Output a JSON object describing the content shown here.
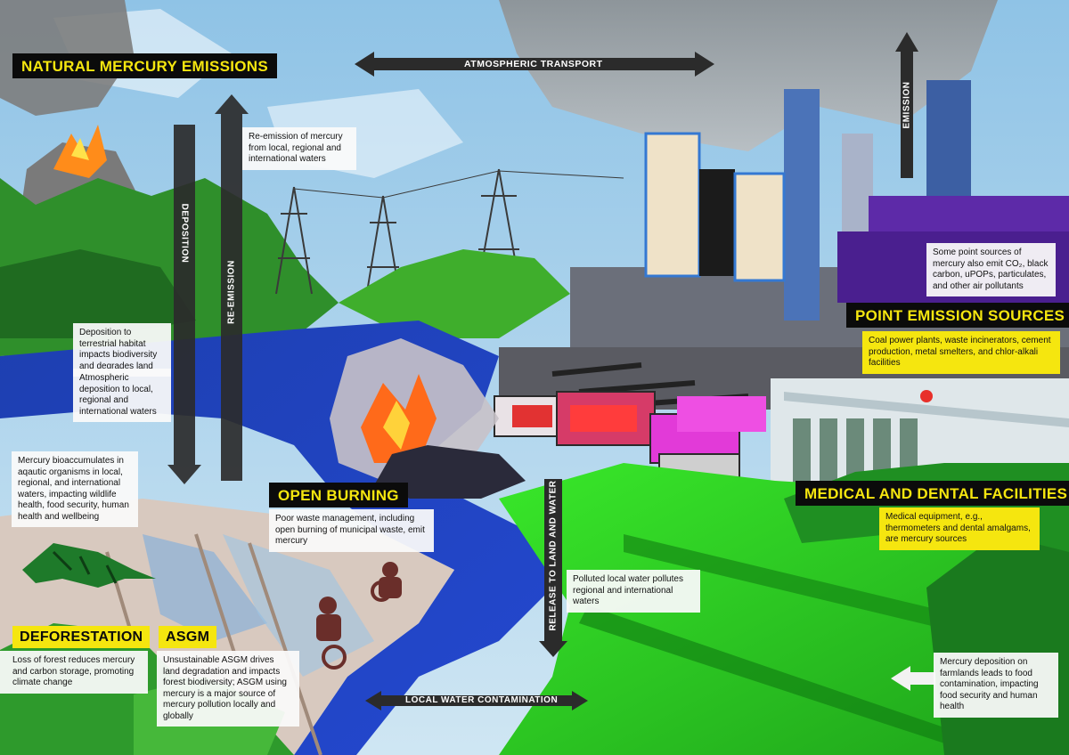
{
  "colors": {
    "accent_yellow": "#f5e60f",
    "arrow_dark": "#2b2b2b",
    "label_black": "#0b0b0b"
  },
  "headings": {
    "natural": "NATURAL MERCURY EMISSIONS",
    "point": "POINT EMISSION SOURCES",
    "medical": "MEDICAL AND DENTAL FACILITIES",
    "open_burning": "OPEN BURNING",
    "deforestation": "DEFORESTATION",
    "asgm": "ASGM"
  },
  "arrows": {
    "atmospheric_transport": "ATMOSPHERIC TRANSPORT",
    "deposition": "DEPOSITION",
    "re_emission": "RE-EMISSION",
    "emission": "EMISSION",
    "release": "RELEASE TO LAND AND WATER",
    "local_water": "LOCAL WATER CONTAMINATION"
  },
  "notes": {
    "re_emission": "Re-emission of mercury from local, regional and international waters",
    "point_other": "Some point sources of mercury also emit CO₂, black carbon, uPOPs, particulates, and other air pollutants",
    "point_sources": "Coal power plants, waste incinerators, cement production, metal smelters, and chlor-alkali facilities",
    "terrestrial": "Deposition to terrestrial habitat impacts biodiversity and degrades land",
    "atmospheric_dep": "Atmospheric deposition to local, regional and international waters",
    "bioaccumulation": "Mercury bioaccumulates in aqautic organisms in local, regional, and international waters, impacting wildlife health, food security, human health and wellbeing",
    "open_burning": "Poor waste management, including open burning of municipal waste, emit mercury",
    "medical": "Medical equipment, e.g., thermometers and dental amalgams, are mercury sources",
    "polluted_water": "Polluted local water pollutes regional and international waters",
    "deforestation": "Loss of forest reduces mercury and carbon storage, promoting climate change",
    "asgm": "Unsustainable ASGM drives land degradation and impacts forest biodiversity; ASGM using mercury is a major source of mercury pollution locally and globally",
    "farmland": "Mercury deposition on farmlands leads to food contamination, impacting food security and human health"
  }
}
